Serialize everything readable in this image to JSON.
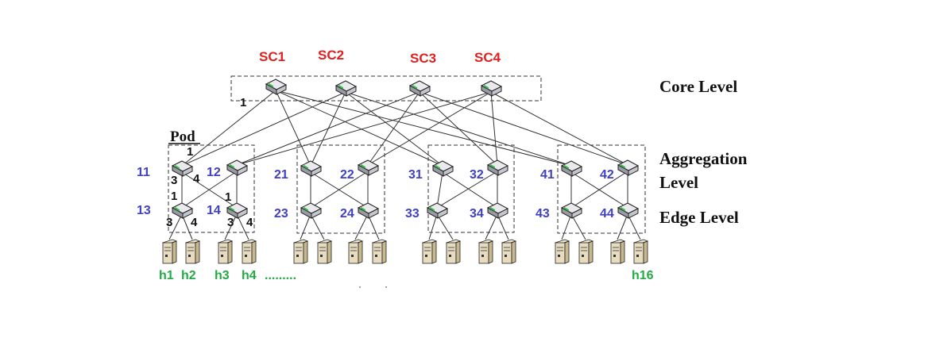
{
  "colors": {
    "core_label": "#e02020",
    "switch_label": "#4040c0",
    "host_label": "#22aa44",
    "text": "#111111",
    "link": "#333333",
    "switch_top": "#e9e9ee",
    "switch_front": "#9a9aa6",
    "host_body": "#e8dcc0"
  },
  "levels": {
    "core": "Core Level",
    "aggregation_line1": "Aggregation",
    "aggregation_line2": "Level",
    "edge": "Edge Level"
  },
  "pod_label": "Pod",
  "core_switches": [
    "SC1",
    "SC2",
    "SC3",
    "SC4"
  ],
  "pods": [
    {
      "agg": [
        "11",
        "12"
      ],
      "edge": [
        "13",
        "14"
      ]
    },
    {
      "agg": [
        "21",
        "22"
      ],
      "edge": [
        "23",
        "24"
      ]
    },
    {
      "agg": [
        "31",
        "32"
      ],
      "edge": [
        "33",
        "34"
      ]
    },
    {
      "agg": [
        "41",
        "42"
      ],
      "edge": [
        "43",
        "44"
      ]
    }
  ],
  "hosts": {
    "h1": "h1",
    "h2": "h2",
    "h3": "h3",
    "h4": "h4",
    "dots": ".........",
    "h16": "h16"
  },
  "ports": {
    "core_port": "1",
    "agg_up": "1",
    "agg_down_a": "3",
    "agg_down_b": "4",
    "edge_up": "1",
    "edge_down_a": "3",
    "edge_down_b": "4",
    "edge2_up": "1",
    "edge2_down_a": "3",
    "edge2_down_b": "4"
  }
}
